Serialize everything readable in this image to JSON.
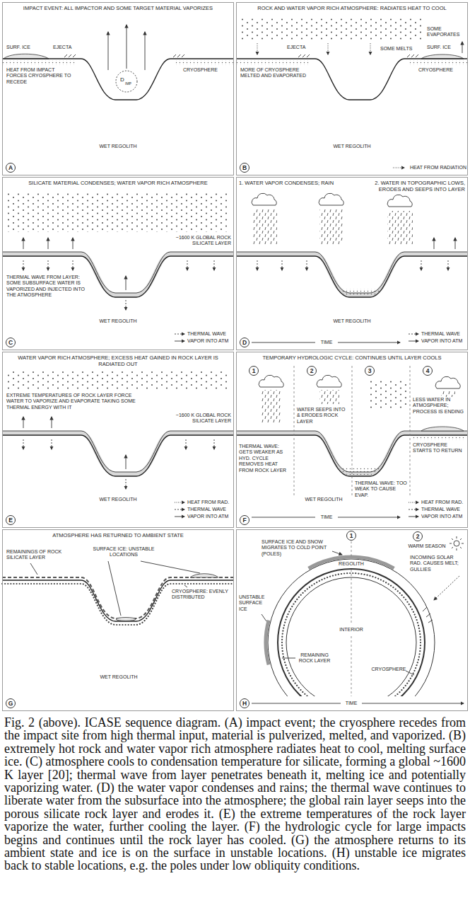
{
  "diagram": {
    "caption": "Fig. 2 (above). ICASE sequence diagram. (A) impact event; the cryosphere recedes from the impact site from high thermal input, material is pulverized, melted, and vaporized. (B) extremely hot rock and water vapor rich atmosphere radiates heat to cool, melting surface ice. (C) atmosphere cools to condensation temperature for silicate, forming a global ~1600 K layer [20]; thermal wave from layer penetrates beneath it, melting ice and potentially vaporizing water. (D) the water vapor condenses and rains; the thermal wave continues to liberate water from the subsurface into the atmosphere; the global rain layer seeps into the porous silicate rock layer and erodes it. (E) the extreme temperatures of the rock layer vaporize the water, further cooling the layer. (F) the hydrologic cycle for large impacts begins and continues until the rock layer has cooled. (G) the atmosphere returns to its ambient state and ice is on the surface in unstable locations. (H) unstable ice migrates back to stable locations, e.g. the poles under low obliquity conditions.",
    "nodes": [
      {
        "text": [
          "IMPACT EVENT: ALL IMPACTOR AND SOME TARGET MATERIAL VAPORIZES",
          "SURF. ICE",
          "EJECTA",
          "HEAT FROM IMPACT FORCES CRYOSPHERE TO RECEDE",
          "D",
          "IMP",
          "CRYOSPHERE",
          "WET REGOLITH"
        ]
      },
      {
        "text": [
          "A"
        ],
        "in": 0
      },
      {
        "text": [
          "ROCK AND WATER VAPOR RICH ATMOSPHERE: RADIATES HEAT TO COOL",
          "SOME EVAPORATES",
          "EJECTA",
          "SOME MELTS",
          "SURF. ICE",
          "MORE OF CRYOSPHERE MELTED AND EVAPORATED",
          "CRYOSPHERE",
          "WET REGOLITH",
          "HEAT FROM RADIATION"
        ]
      },
      {
        "text": [
          "B"
        ],
        "in": 2
      },
      {
        "text": [
          "SILICATE MATERIAL CONDENSES; WATER VAPOR RICH ATMOSPHERE",
          "~1600 K GLOBAL ROCK SILICATE LAYER",
          "THERMAL WAVE FROM LAYER: SOME SUBSURFACE WATER IS VAPORIZED AND INJECTED INTO THE ATMOSPHERE",
          "WET REGOLITH",
          "THERMAL WAVE",
          "VAPOR INTO ATM"
        ]
      },
      {
        "text": [
          "C"
        ],
        "in": 4
      },
      {
        "text": [
          "1. WATER VAPOR CONDENSES; RAIN",
          "2. WATER IN TOPOGRAPHIC LOWS, ERODES AND SEEPS INTO LAYER",
          "WET REGOLITH",
          "TIME",
          "THERMAL WAVE",
          "VAPOR INTO ATM"
        ]
      },
      {
        "text": [
          "D"
        ],
        "in": 6
      },
      {
        "text": [
          "WATER VAPOR RICH ATMOSPHERE; EXCESS HEAT GAINED IN ROCK LAYER IS RADIATED OUT",
          "EXTREME TEMPERATURES OF ROCK LAYER FORCE WATER TO VAPORIZE AND EVAPORATE TAKING SOME THERMAL ENERGY WITH IT",
          "~1600 K GLOBAL ROCK SILICATE LAYER",
          "WET REGOLITH",
          "HEAT FROM RAD.",
          "THERMAL WAVE",
          "VAPOR INTO ATM"
        ]
      },
      {
        "text": [
          "E"
        ],
        "in": 8
      },
      {
        "text": [
          "TEMPORARY HYDROLOGIC CYCLE: CONTINUES UNTIL LAYER COOLS",
          "WATER SEEPS INTO & ERODES ROCK LAYER",
          "LESS WATER IN ATMOSPHERE; PROCESS IS ENDING",
          "CRYOSPHERE STARTS TO RETURN",
          "THERMAL WAVE: GETS WEAKER AS HYD. CYCLE REMOVES HEAT FROM ROCK LAYER",
          "THERMAL WAVE: TOO WEAK TO CAUSE EVAP.",
          "WET REGOLITH",
          "TIME",
          "HEAT FROM RAD.",
          "THERMAL WAVE",
          "VAPOR INTO ATM"
        ]
      },
      {
        "text": [
          "1"
        ],
        "in": 10
      },
      {
        "text": [
          "2"
        ],
        "in": 10
      },
      {
        "text": [
          "3"
        ],
        "in": 10
      },
      {
        "text": [
          "4"
        ],
        "in": 10
      },
      {
        "text": [
          "F"
        ],
        "in": 10
      },
      {
        "text": [
          "ATMOSPHERE HAS RETURNED TO AMBIENT STATE",
          "REMAININGS OF ROCK SILICATE LAYER",
          "SURFACE ICE: UNSTABLE LOCATIONS",
          "CRYOSPHERE: EVENLY DISTRIBUTED",
          "WET REGOLITH"
        ]
      },
      {
        "text": [
          "G"
        ],
        "in": 16
      },
      {
        "text": [
          "WARM SEASON",
          "SURFACE ICE AND SNOW MIGRATES TO COLD POINT (POLES)",
          "INCOMING SOLAR RAD. CAUSES MELT; GULLIES",
          "REGOLITH",
          "UNSTABLE SURFACE ICE",
          "INTERIOR",
          "REMAINING ROCK LAYER",
          "CRYOSPHERE",
          "TIME"
        ]
      },
      {
        "text": [
          "1"
        ],
        "in": 18
      },
      {
        "text": [
          "2"
        ],
        "in": 18
      },
      {
        "text": [
          "H"
        ],
        "in": 18
      }
    ]
  }
}
